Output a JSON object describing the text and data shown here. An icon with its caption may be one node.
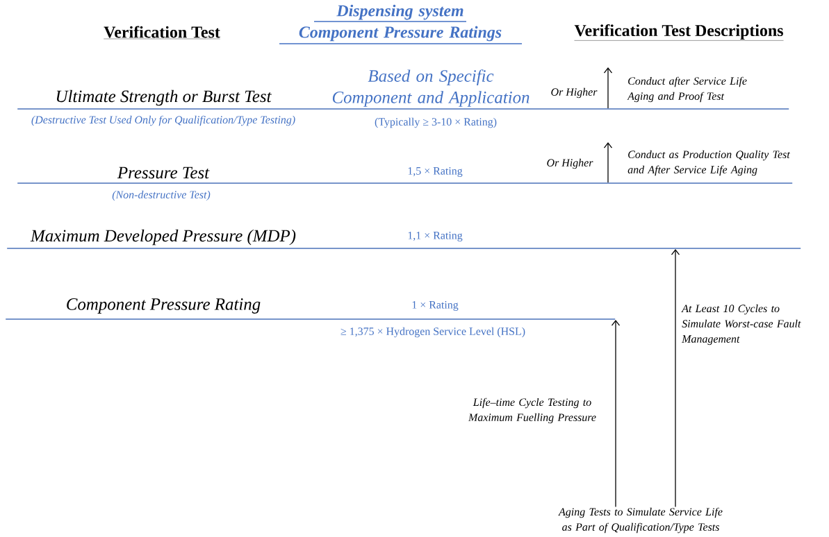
{
  "diagram": {
    "nodes": [
      {
        "text": [
          "Ultimate Strength or Burst Test",
          "(Destructive Test Used Only for Qualification/Type Testing)",
          "Based on Specific Component and Application",
          "(Typically ≥ 3-10 × Rating)"
        ]
      },
      {
        "text": [
          "Pressure Test",
          "(Non-destructive Test)",
          "1,5 × Rating"
        ]
      },
      {
        "text": [
          "Maximum Developed Pressure (MDP)",
          "1,1 × Rating"
        ]
      },
      {
        "text": [
          "Component Pressure Rating",
          "1 × Rating",
          "≥ 1,375 × Hydrogen Service Level (HSL)"
        ]
      },
      {
        "text": [
          "Aging Tests to Simulate Service Life as Part of Qualification/Type Tests"
        ]
      }
    ],
    "edges": [
      {
        "from": 0,
        "to": null,
        "arrow": "to",
        "label": "Or Higher"
      },
      {
        "from": 1,
        "to": null,
        "arrow": "to",
        "label": "Or Higher"
      },
      {
        "from": 4,
        "to": 3,
        "arrow": "to",
        "label": "Life–time Cycle Testing to Maximum Fuelling Pressure"
      },
      {
        "from": 4,
        "to": 2,
        "arrow": "to",
        "label": "At Least 10 Cycles to Simulate Worst-case Fault Management"
      }
    ],
    "labels": [
      "Verification Test",
      "Dispensing system Component Pressure Ratings",
      "Verification Test Descriptions",
      "Conduct after Service Life Aging and Proof Test",
      "Conduct as Production Quality Test and After Service Life Aging"
    ]
  }
}
